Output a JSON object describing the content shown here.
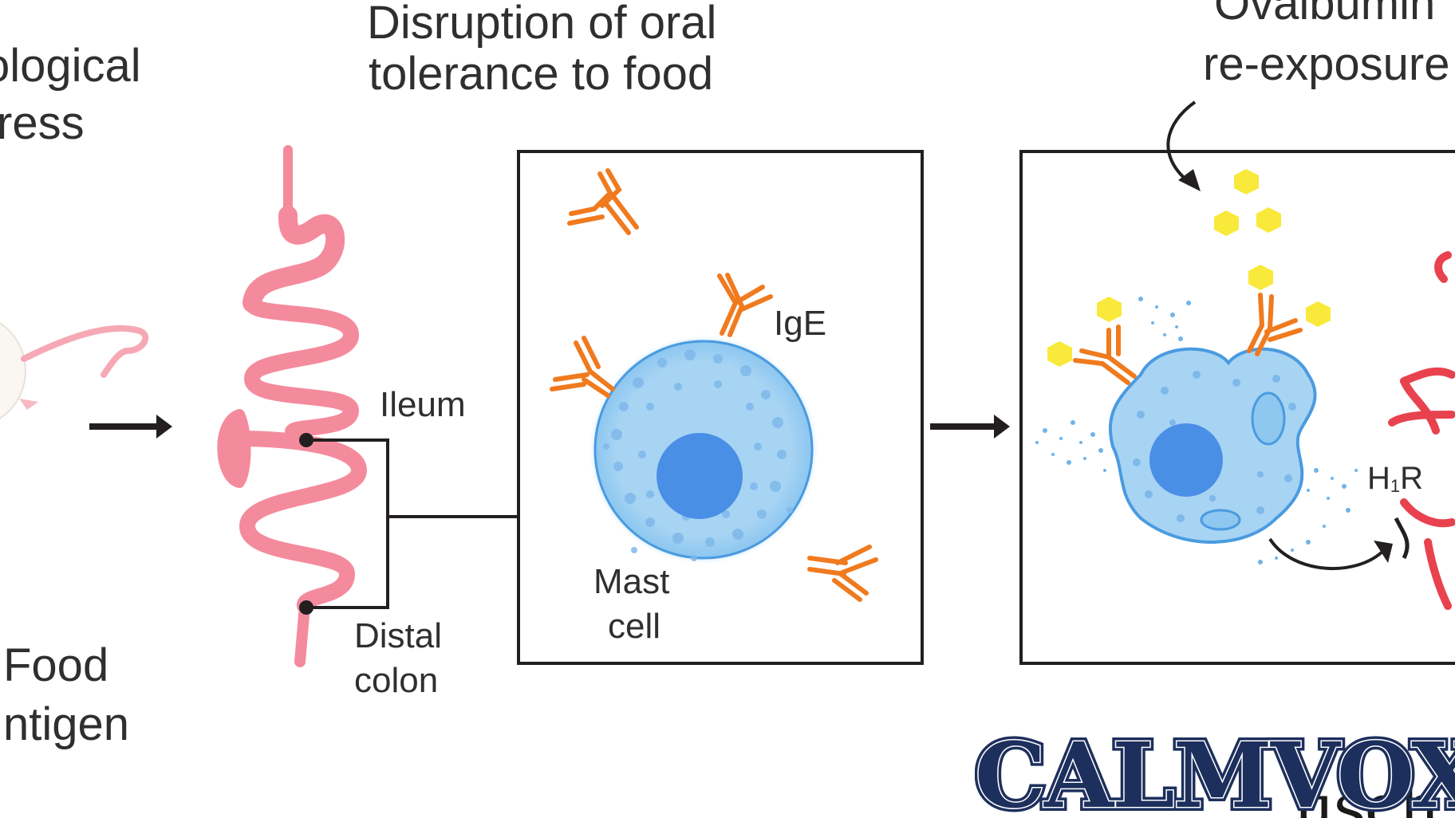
{
  "labels": {
    "stress_line1": "ological",
    "stress_line2": "ress",
    "food_line1": "Food",
    "food_line2": "ntigen",
    "disruption_line1": "Disruption of oral",
    "disruption_line2": "tolerance to food",
    "ileum": "Ileum",
    "distal_line1": "Distal",
    "distal_line2": "colon",
    "ige": "IgE",
    "mast_line1": "Mast",
    "mast_line2": "cell",
    "ovalbumin_line1": "Ovalbumin",
    "ovalbumin_line2": "re-exposure",
    "h1r_h": "H",
    "h1r_sub": "1",
    "h1r_r": "R"
  },
  "logo": {
    "text": "CALMVOX",
    "under_text": "usch"
  },
  "colors": {
    "gut": "#f48b9d",
    "antibody": "#f07a1e",
    "antigen": "#f9e93a",
    "cell_fill": "#a7d4f3",
    "cell_stroke": "#4a9be0",
    "nucleus": "#4a8fe6",
    "receptor": "#e8424f",
    "line": "#231f20",
    "logo": "#1d2f5c"
  }
}
